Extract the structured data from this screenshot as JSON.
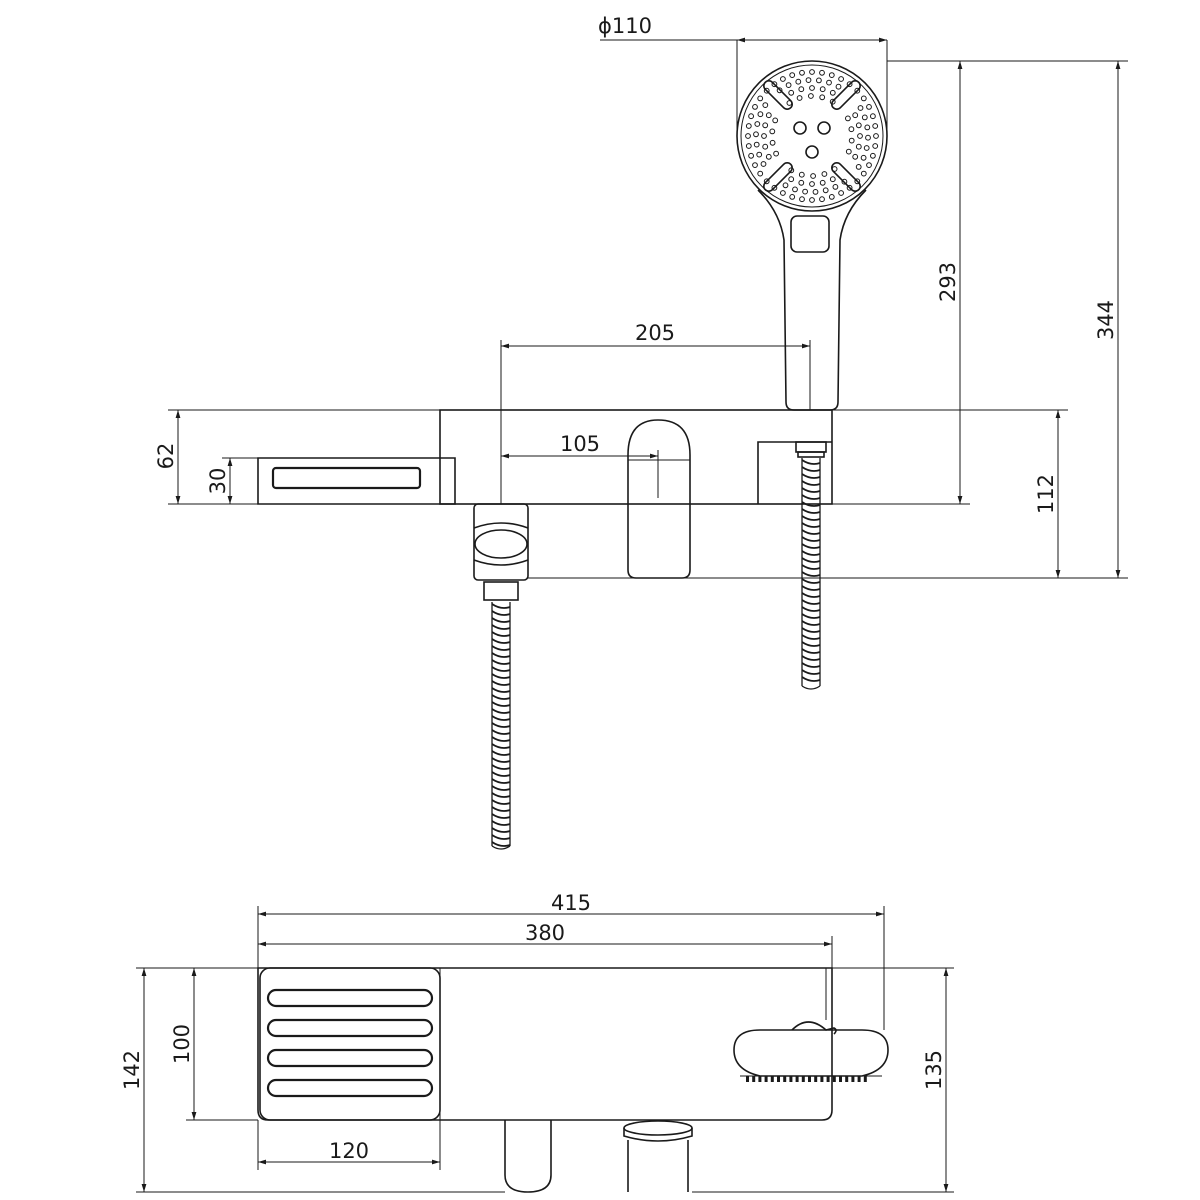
{
  "dimensions": {
    "diameter": "ϕ110",
    "handshower_height": "293",
    "total_height": "344",
    "outlet_distance": "205",
    "handle_offset": "105",
    "body_height": "62",
    "spout_height": "30",
    "front_height": "112",
    "total_width": "415",
    "body_width": "380",
    "total_depth": "142",
    "shelf_depth": "100",
    "body_depth": "135",
    "shelf_width": "120"
  },
  "colors": {
    "line": "#1a1a1a",
    "background": "#ffffff"
  }
}
